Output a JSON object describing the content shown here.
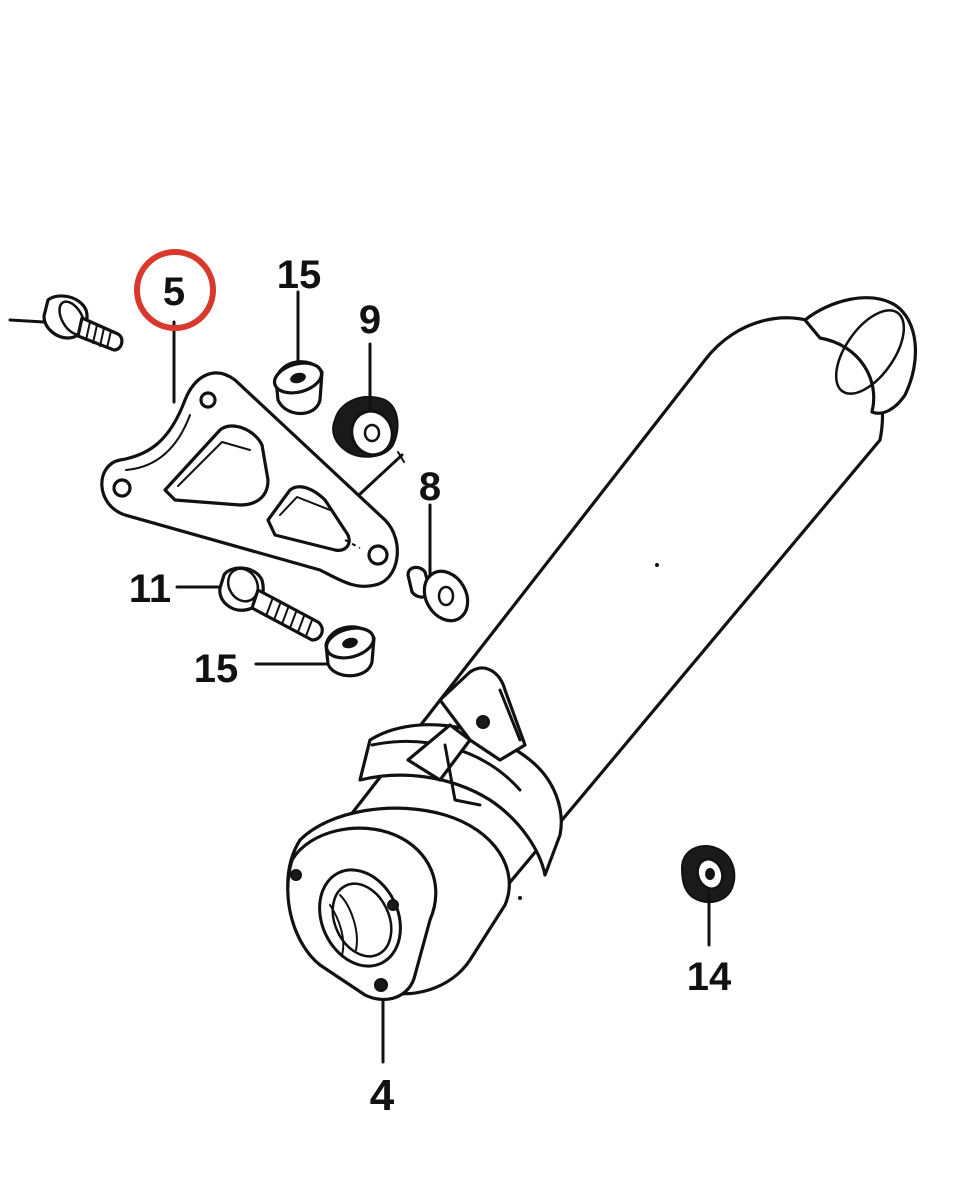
{
  "callouts": {
    "bracket": "5",
    "washer_top": "15",
    "rubber_mount": "9",
    "collar": "8",
    "bolt": "11",
    "washer_bottom": "15",
    "muffler": "4",
    "nut": "14"
  },
  "highlight": {
    "target": "5",
    "color": "#d9382c"
  }
}
